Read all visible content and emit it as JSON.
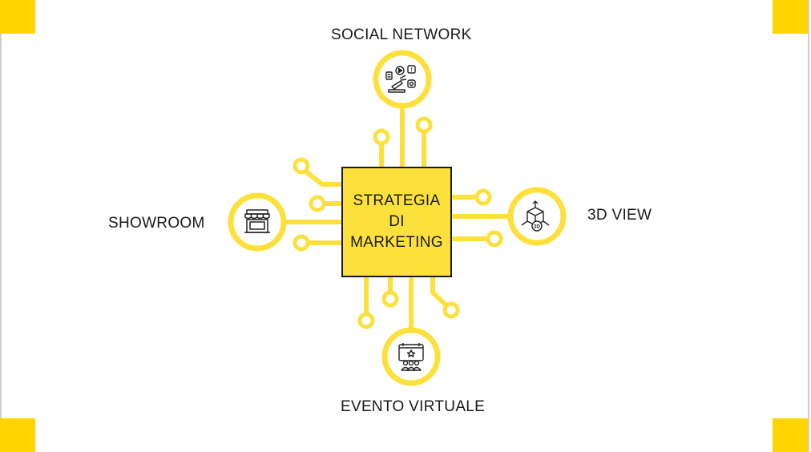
{
  "center": {
    "lines": [
      "STRATEGIA",
      "DI",
      "MARKETING"
    ]
  },
  "nodes": {
    "social_network": {
      "label": "SOCIAL NETWORK",
      "icon": "social-media-icon"
    },
    "view_3d": {
      "label": "3D VIEW",
      "icon": "cube-3d-icon",
      "icon_text": "3D"
    },
    "showroom": {
      "label": "SHOWROOM",
      "icon": "storefront-icon"
    },
    "evento_virtuale": {
      "label": "EVENTO VIRTUALE",
      "icon": "virtual-event-icon"
    }
  },
  "colors": {
    "accent": "#FFD400",
    "line": "#FCE13C",
    "box": "#FCE13C",
    "text": "#1a1a1a",
    "border": "#cfcfcf"
  }
}
